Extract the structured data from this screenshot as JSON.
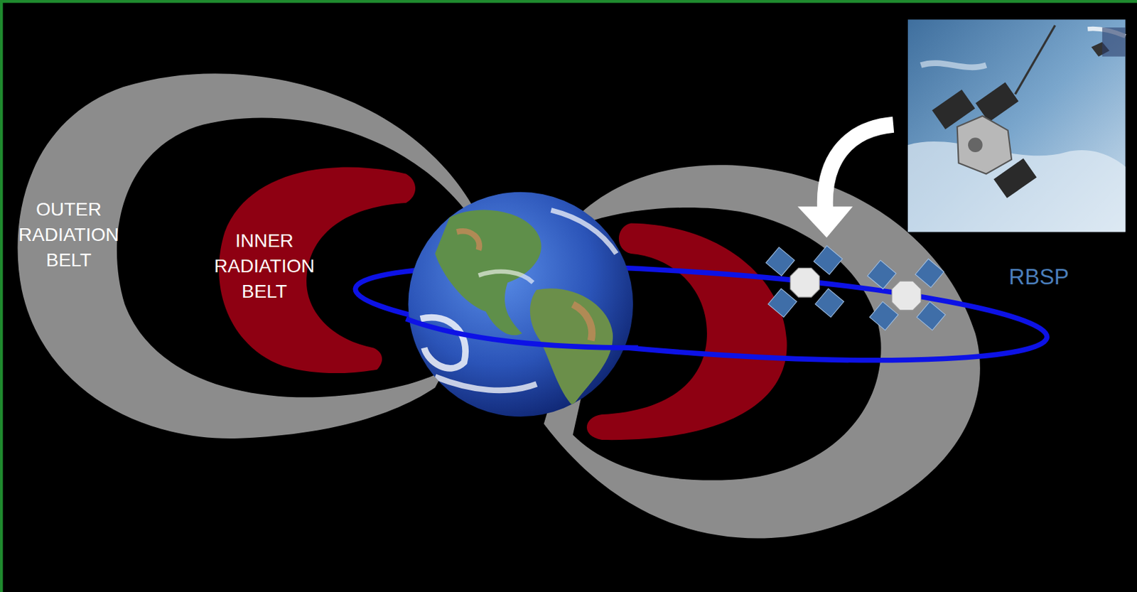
{
  "diagram": {
    "labels": [
      "OUTER RADIATION BELT",
      "INNER RADIATION BELT",
      "RBSP"
    ]
  }
}
